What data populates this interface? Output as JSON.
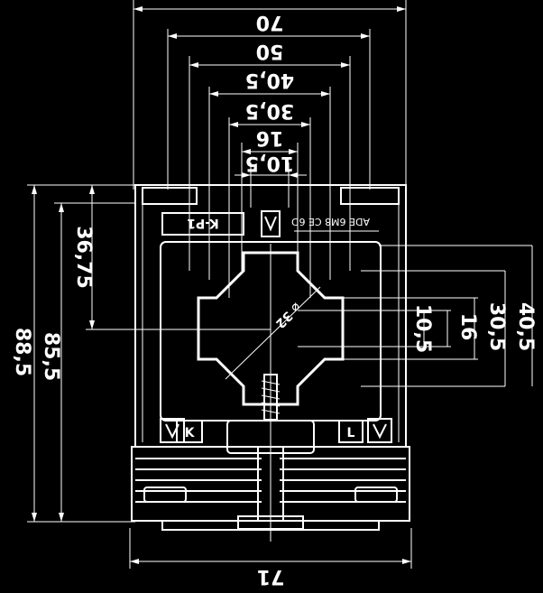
{
  "drawing": {
    "dims_horizontal": [
      "70",
      "50",
      "40,5",
      "30,5",
      "16",
      "10,5"
    ],
    "dims_vertical_left": [
      "36,75",
      "88,5",
      "85,5"
    ],
    "dims_vertical_right": [
      "40,5",
      "30,5",
      "16",
      "10,5"
    ],
    "dim_bottom": "71",
    "diameter_label": "⌀ 32",
    "terminal_label_top": "K-P1",
    "terminal_label_left": "K",
    "terminal_label_right": "L",
    "plate_text": "ADE 6M8 CE 6D"
  }
}
